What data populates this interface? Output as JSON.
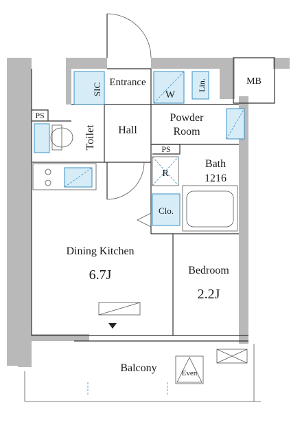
{
  "rooms": {
    "sic": "SIC",
    "entrance": "Entrance",
    "w": "W",
    "lin": "Lin.",
    "mb": "MB",
    "ps_top": "PS",
    "toilet": "Toilet",
    "hall": "Hall",
    "powder_line1": "Powder",
    "powder_line2": "Room",
    "ps_mid": "PS",
    "r": "R",
    "bath": "Bath",
    "bath_size": "1216",
    "clo": "Clo.",
    "dining_kitchen": "Dining Kitchen",
    "dk_size": "6.7J",
    "bedroom": "Bedroom",
    "bedroom_size": "2.2J",
    "balcony": "Balcony",
    "even": "Even"
  },
  "colors": {
    "wall": "#b9b9b9",
    "fixture_fill": "#d6ecf7",
    "fixture_stroke": "#3b8fc4"
  }
}
